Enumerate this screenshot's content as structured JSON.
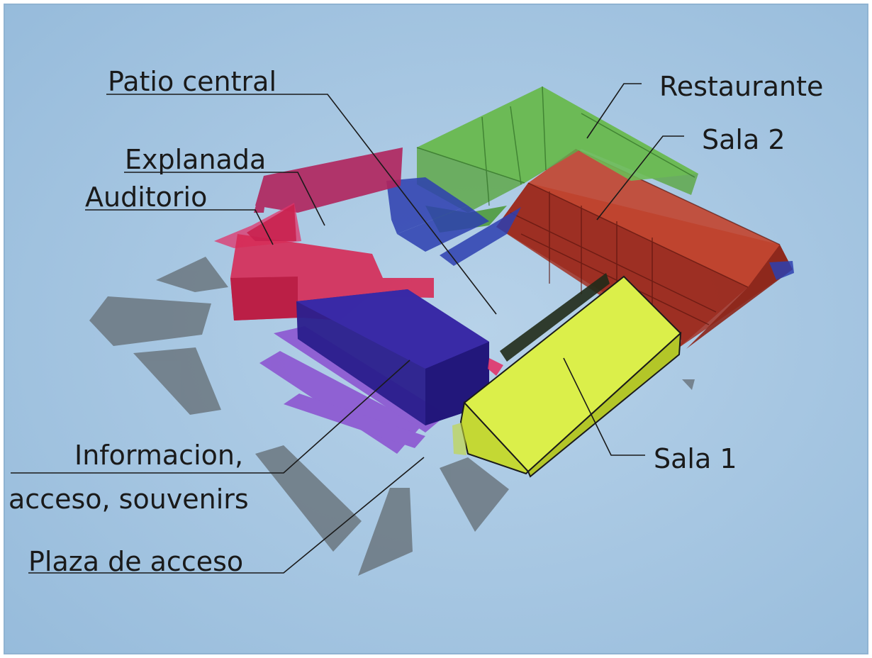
{
  "labels": {
    "patio_central": "Patio central",
    "restaurante": "Restaurante",
    "sala2": "Sala 2",
    "explanada": "Explanada",
    "auditorio": "Auditorio",
    "sala1": "Sala 1",
    "informacion_line1": "Informacion,",
    "informacion_line2": "acceso, souvenirs",
    "plaza_acceso": "Plaza de acceso"
  },
  "colors": {
    "background": "#9dc0de",
    "restaurante": "#5fa84a",
    "sala2": "#b23a2a",
    "auditorio": "#e0336a",
    "informacion": "#2a1d8c",
    "plaza": "#8a4fd0",
    "sala1": "#cde23c",
    "circulation": "#2d3fb0",
    "shadow": "#6b7780"
  }
}
